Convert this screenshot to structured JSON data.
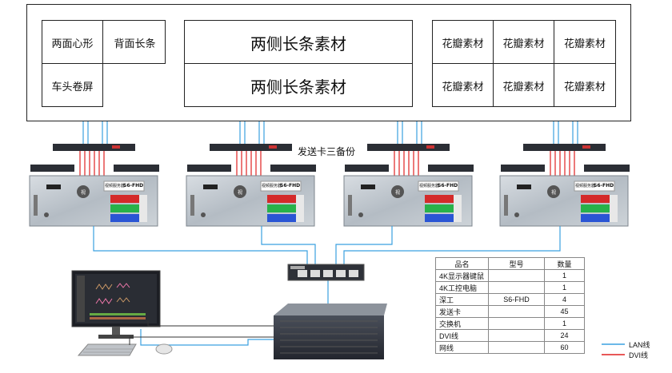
{
  "screen": {
    "panels": {
      "two_sided_heart": "两面心形",
      "back_strip": "背面长条",
      "front_scroll": "车头卷屏",
      "side_strip_top": "两侧长条素材",
      "side_strip_bottom": "两侧长条素材",
      "petals": [
        "花瓣素材",
        "花瓣素材",
        "花瓣素材",
        "花瓣素材",
        "花瓣素材",
        "花瓣素材"
      ]
    }
  },
  "sending_card_caption": "发送卡三备份",
  "server_model": "S6-FHD",
  "server_brand": "视频服务器",
  "bom": {
    "headers": [
      "品名",
      "型号",
      "数量"
    ],
    "rows": [
      {
        "name": "4K显示器键鼠",
        "model": "",
        "qty": "1"
      },
      {
        "name": "4K工控电脑",
        "model": "",
        "qty": "1"
      },
      {
        "name": "深工",
        "model": "S6-FHD",
        "qty": "4"
      },
      {
        "name": "发送卡",
        "model": "",
        "qty": "45"
      },
      {
        "name": "交换机",
        "model": "",
        "qty": "1"
      },
      {
        "name": "DVI线",
        "model": "",
        "qty": "24"
      },
      {
        "name": "网线",
        "model": "",
        "qty": "60"
      }
    ]
  },
  "legend": {
    "lan": "LAN线",
    "dvi": "DVI线"
  },
  "colors": {
    "lan": "#3aa0e0",
    "dvi": "#e02020"
  }
}
